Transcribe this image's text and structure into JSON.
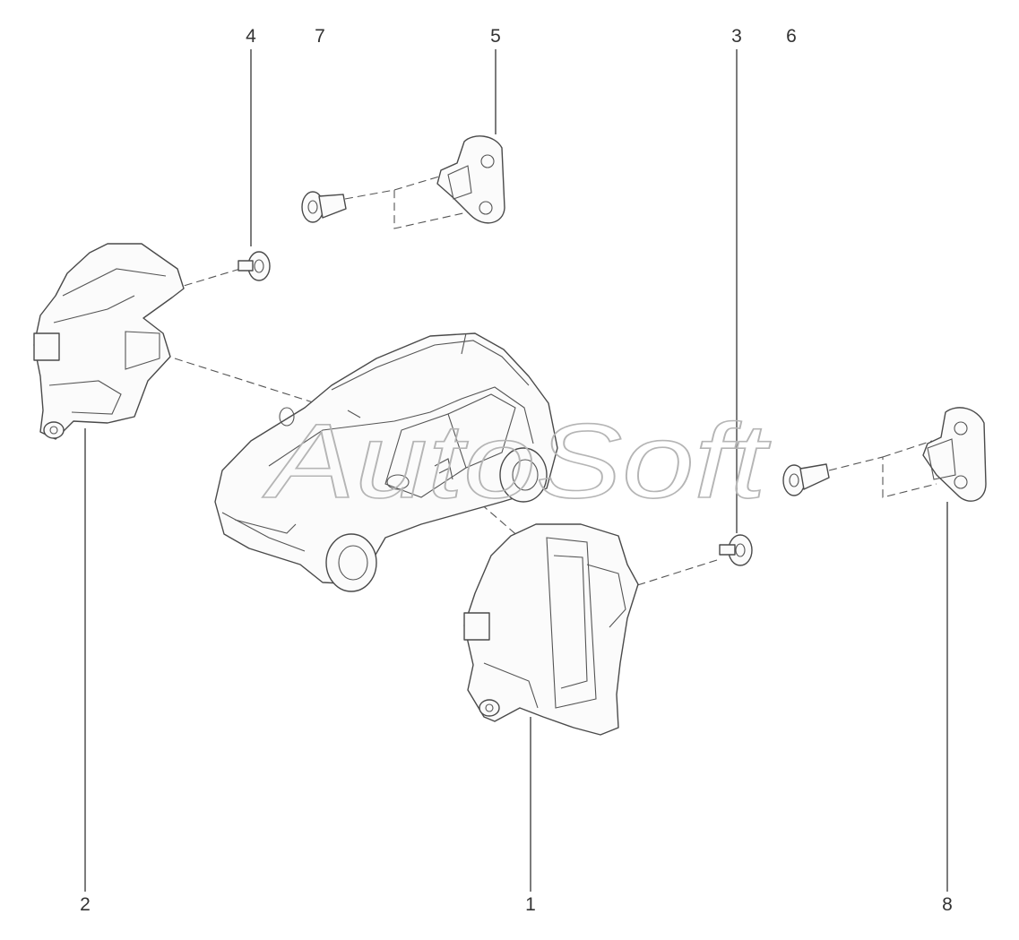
{
  "watermark": "AutoSoft",
  "callouts": [
    "1",
    "2",
    "3",
    "4",
    "5",
    "6",
    "7",
    "8"
  ],
  "colors": {
    "line": "#444444",
    "part_fill": "#fbfbfb",
    "watermark": "#b5b5b5"
  }
}
